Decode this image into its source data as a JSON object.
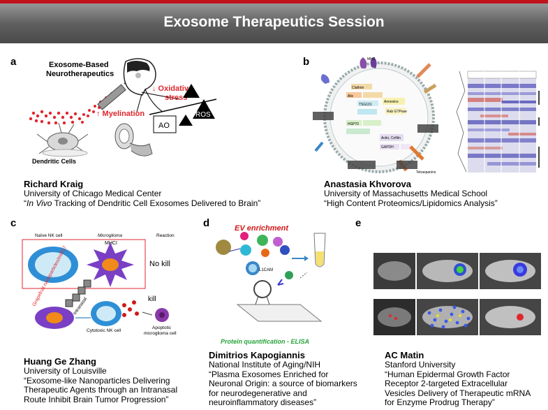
{
  "header": {
    "title": "Exosome Therapeutics Session"
  },
  "panels": {
    "a": {
      "label": "a",
      "fig": {
        "title1": "Exosome-Based",
        "title2": "Neurotherapeutics",
        "oxidative1": "↓ Oxidative",
        "oxidative2": "stress",
        "myelination": "↑ Myelination",
        "ao": "AO",
        "ros": "ROS",
        "dendritic": "Dendritic Cells"
      },
      "name": "Richard Kraig",
      "affiliation": "University of Chicago Medical Center",
      "title_italic": "In Vivo",
      "title_rest": " Tracking of Dendritic Cell Exosomes Delivered to Brain”",
      "title_open": "“"
    },
    "b": {
      "label": "b",
      "name": "Anastasia Khvorova",
      "affiliation": "University of Massachusetts Medical School",
      "title": "“High Content Proteomics/Lipidomics Analysis”",
      "fig": {
        "mhc": "MHC",
        "tetraspanins": "Tetraspanins",
        "box1": "Clathrin",
        "box2": "Alix",
        "box3": "TSG101",
        "box4": "HSP70",
        "box5": "Annexins",
        "box6": "Actin, Cofilin",
        "box7": "GAPDH",
        "box8": "Rab GTPase"
      }
    },
    "c": {
      "label": "c",
      "name": "Huang Ge Zhang",
      "affiliation": "University of Louisville",
      "title_lines": [
        "“Exosome-like Nanoparticles Delivering",
        "Therapeutic Agents through an Intranasal",
        "Route Inhibit Brain Tumor Progression”"
      ],
      "fig": {
        "naive": "Naïve NK cell",
        "microglioma": "Microglioma",
        "reaction": "Reaction",
        "mhc": "MHCI",
        "nokill": "No kill",
        "grapefruit": "Grapefruit nanoparticles/miR17",
        "intranasal": "Intranasal",
        "kill": "kill",
        "cytotoxic": "Cytotoxic NK cell",
        "apoptotic1": "Apoptotic",
        "apoptotic2": "microglioma cell"
      }
    },
    "d": {
      "label": "d",
      "name": "Dimitrios Kapogiannis",
      "affiliation": "National Institute of Aging/NIH",
      "title_lines": [
        "“Plasma Exosomes Enriched for",
        "Neuronal Origin: a source of biomarkers",
        "for neurodegenerative and",
        "neuroinflammatory diseases”"
      ],
      "fig": {
        "ev": "EV enrichment",
        "l1cam": "L1CAM",
        "protein": "Protein quantification  - ELISA"
      }
    },
    "e": {
      "label": "e",
      "name": "AC Matin",
      "affiliation": "Stanford University",
      "title_lines": [
        "“Human Epidermal Growth Factor",
        "Receptor 2-targeted Extracellular",
        "Vesicles Delivery of Therapeutic mRNA",
        "for Enzyme Prodrug Therapy”"
      ]
    }
  }
}
